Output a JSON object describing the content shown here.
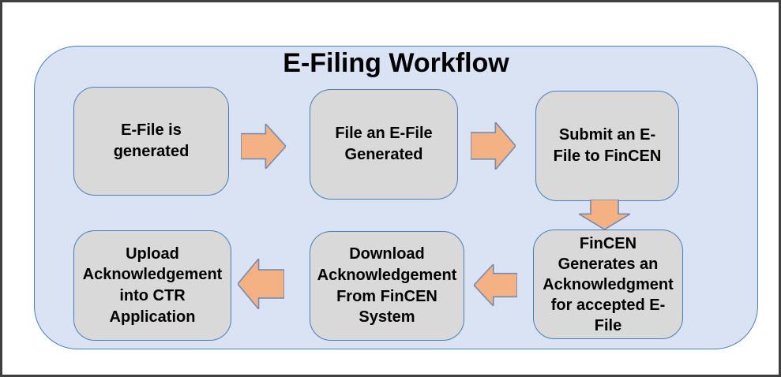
{
  "diagram": {
    "title": "E-Filing Workflow",
    "nodes": [
      {
        "label": "E-File is\ngenerated"
      },
      {
        "label": "File an E-File\nGenerated"
      },
      {
        "label": "Submit an E-\nFile to FinCEN"
      },
      {
        "label": "FinCEN\nGenerates an\nAcknowledgment\nfor accepted E-\nFile"
      },
      {
        "label": "Download\nAcknowledgement\nFrom FinCEN\nSystem"
      },
      {
        "label": "Upload\nAcknowledgement\ninto CTR\nApplication"
      }
    ],
    "connectors": [
      {
        "direction": "right",
        "from": "E-File is generated",
        "to": "File an E-File Generated"
      },
      {
        "direction": "right",
        "from": "File an E-File Generated",
        "to": "Submit an E-File to FinCEN"
      },
      {
        "direction": "down",
        "from": "Submit an E-File to FinCEN",
        "to": "FinCEN Generates an Acknowledgment for accepted E-File"
      },
      {
        "direction": "left",
        "from": "FinCEN Generates an Acknowledgment for accepted E-File",
        "to": "Download Acknowledgement From FinCEN System"
      },
      {
        "direction": "left",
        "from": "Download Acknowledgement From FinCEN System",
        "to": "Upload Acknowledgement into CTR Application"
      }
    ],
    "colors": {
      "frame_border": "#3f3f3f",
      "container_fill": "#dae3f3",
      "container_border": "#4a7ebb",
      "node_fill": "#d9d9d9",
      "node_border": "#4a7ebb",
      "arrow_fill": "#f4b183",
      "arrow_border": "#7589b1",
      "text": "#000000"
    }
  }
}
